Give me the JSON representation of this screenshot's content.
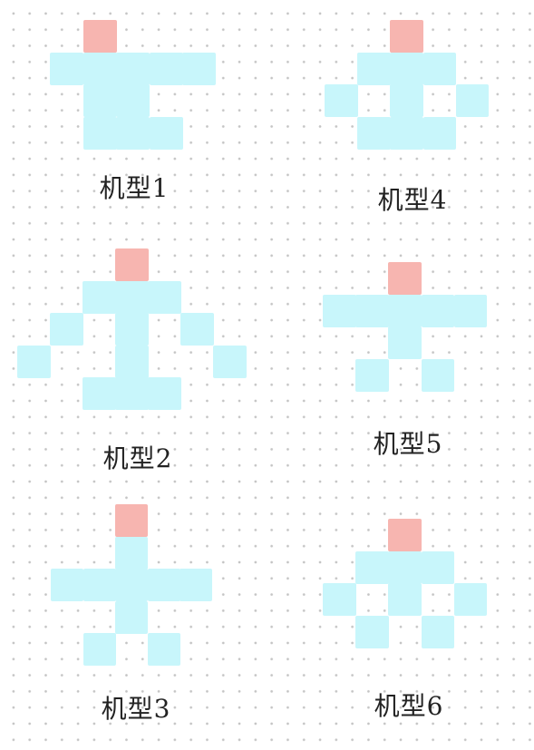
{
  "colors": {
    "body": "#c8f6fb",
    "head": "#f7b5b0"
  },
  "models": [
    {
      "label": "机型1",
      "cells": [
        [
          "H",
          1,
          0
        ],
        [
          "B",
          0,
          1
        ],
        [
          "B",
          1,
          1
        ],
        [
          "B",
          2,
          1
        ],
        [
          "B",
          3,
          1
        ],
        [
          "B",
          4,
          1
        ],
        [
          "B",
          1,
          2
        ],
        [
          "B",
          2,
          2
        ],
        [
          "B",
          1,
          3
        ],
        [
          "B",
          2,
          3
        ],
        [
          "B",
          3,
          3
        ]
      ]
    },
    {
      "label": "机型4",
      "cells": [
        [
          "H",
          2,
          0
        ],
        [
          "B",
          1,
          1
        ],
        [
          "B",
          2,
          1
        ],
        [
          "B",
          3,
          1
        ],
        [
          "B",
          0,
          2
        ],
        [
          "B",
          2,
          2
        ],
        [
          "B",
          4,
          2
        ],
        [
          "B",
          1,
          3
        ],
        [
          "B",
          2,
          3
        ],
        [
          "B",
          3,
          3
        ]
      ]
    },
    {
      "label": "机型2",
      "cells": [
        [
          "H",
          3,
          0
        ],
        [
          "B",
          2,
          1
        ],
        [
          "B",
          3,
          1
        ],
        [
          "B",
          4,
          1
        ],
        [
          "B",
          1,
          2
        ],
        [
          "B",
          3,
          2
        ],
        [
          "B",
          5,
          2
        ],
        [
          "B",
          0,
          3
        ],
        [
          "B",
          3,
          3
        ],
        [
          "B",
          6,
          3
        ],
        [
          "B",
          2,
          4
        ],
        [
          "B",
          3,
          4
        ],
        [
          "B",
          4,
          4
        ]
      ]
    },
    {
      "label": "机型5",
      "cells": [
        [
          "H",
          2,
          0
        ],
        [
          "B",
          0,
          1
        ],
        [
          "B",
          1,
          1
        ],
        [
          "B",
          2,
          1
        ],
        [
          "B",
          3,
          1
        ],
        [
          "B",
          4,
          1
        ],
        [
          "B",
          2,
          2
        ],
        [
          "B",
          1,
          3
        ],
        [
          "B",
          3,
          3
        ]
      ]
    },
    {
      "label": "机型3",
      "cells": [
        [
          "H",
          2,
          0
        ],
        [
          "B",
          2,
          1
        ],
        [
          "B",
          0,
          2
        ],
        [
          "B",
          1,
          2
        ],
        [
          "B",
          2,
          2
        ],
        [
          "B",
          3,
          2
        ],
        [
          "B",
          4,
          2
        ],
        [
          "B",
          2,
          3
        ],
        [
          "B",
          1,
          4
        ],
        [
          "B",
          3,
          4
        ]
      ]
    },
    {
      "label": "机型6",
      "cells": [
        [
          "H",
          2,
          0
        ],
        [
          "B",
          1,
          1
        ],
        [
          "B",
          2,
          1
        ],
        [
          "B",
          3,
          1
        ],
        [
          "B",
          0,
          2
        ],
        [
          "B",
          2,
          2
        ],
        [
          "B",
          4,
          2
        ],
        [
          "B",
          1,
          3
        ],
        [
          "B",
          3,
          3
        ]
      ]
    }
  ]
}
